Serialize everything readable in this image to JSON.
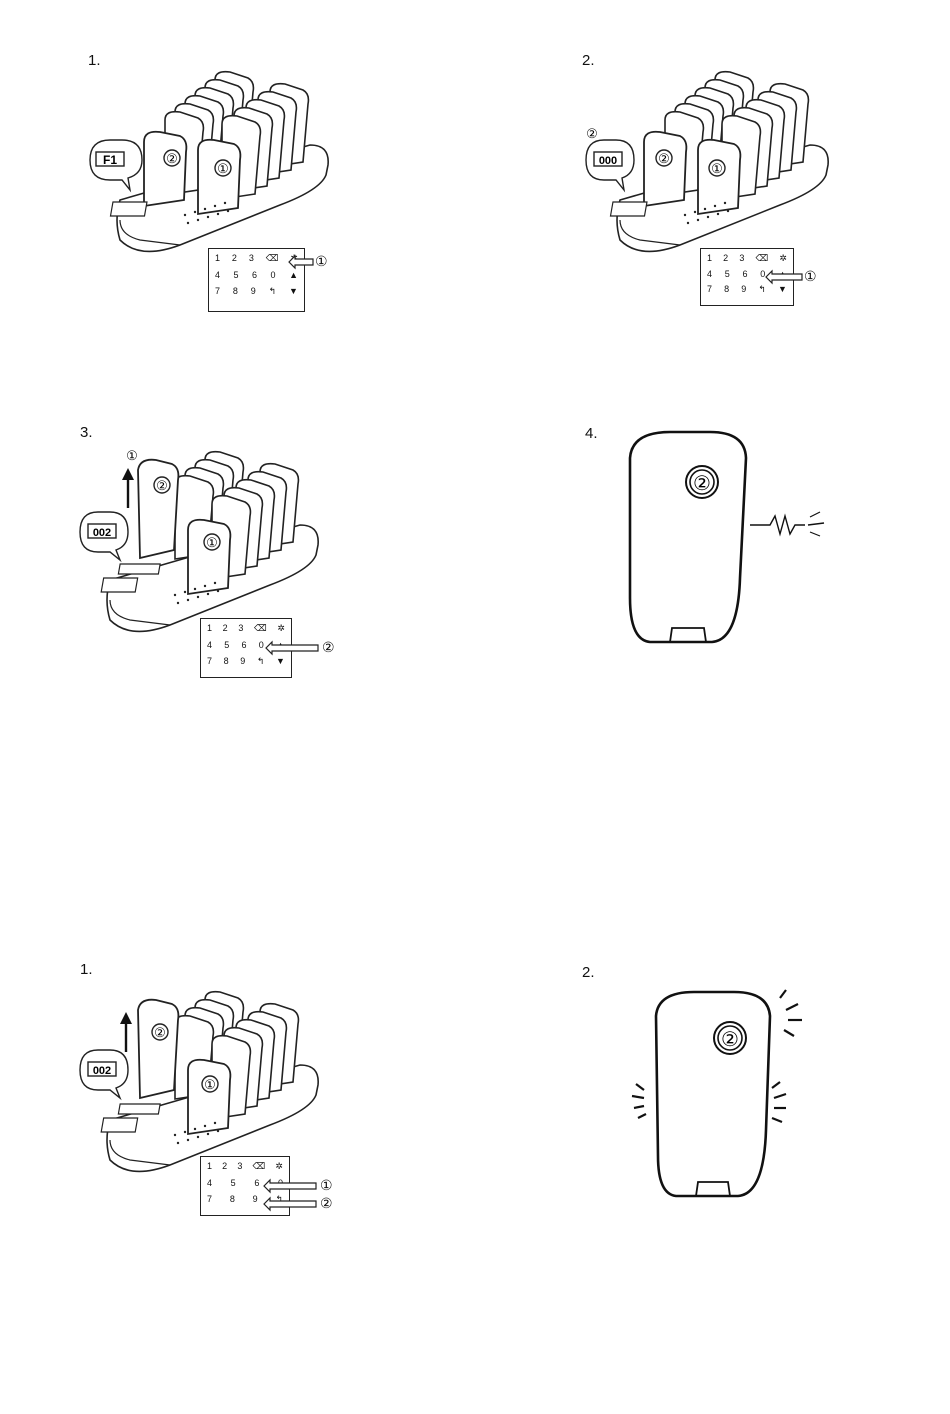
{
  "diagram_1": {
    "steps": [
      {
        "label": "1.",
        "pager_main": "②",
        "pager_side": "①",
        "display": "F1",
        "callouts": [
          "①"
        ]
      },
      {
        "label": "2.",
        "pager_main": "②",
        "pager_side": "①",
        "display": "000",
        "display_marker": "②",
        "callouts": [
          "①"
        ]
      },
      {
        "label": "3.",
        "pager_main": "②",
        "pager_side": "①",
        "display": "002",
        "lift_marker": "①",
        "callouts": [
          "②"
        ]
      },
      {
        "label": "4.",
        "pager_main": "②"
      }
    ]
  },
  "diagram_2": {
    "steps": [
      {
        "label": "1.",
        "pager_main": "②",
        "pager_side": "①",
        "display": "002",
        "callouts": [
          "①",
          "②"
        ]
      },
      {
        "label": "2.",
        "pager_main": "②"
      }
    ]
  },
  "keypad": {
    "row1": [
      "1",
      "2",
      "3",
      "⌫",
      "✲"
    ],
    "row2": [
      "4",
      "5",
      "6",
      "0",
      "▲"
    ],
    "row3": [
      "7",
      "8",
      "9",
      "↰",
      "▼"
    ]
  }
}
